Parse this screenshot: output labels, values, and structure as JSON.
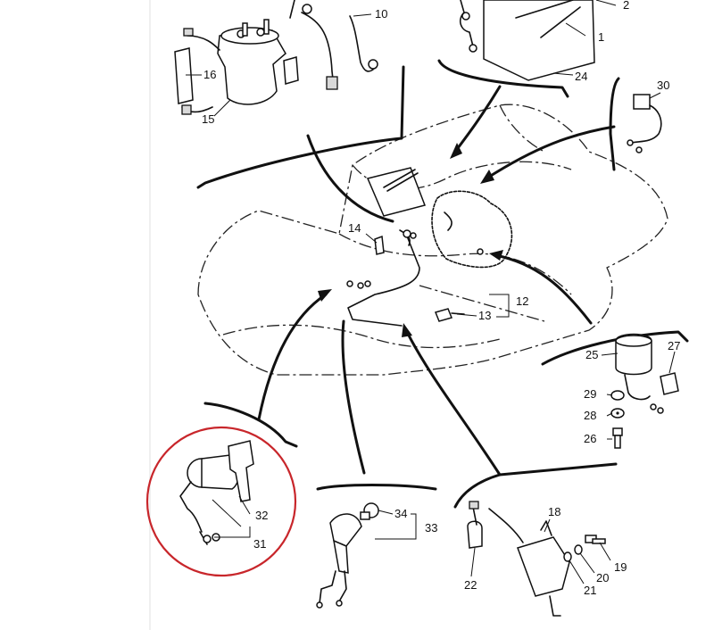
{
  "callouts": {
    "p1": "1",
    "p2": "2",
    "p10": "10",
    "p12": "12",
    "p13": "13",
    "p14": "14",
    "p15": "15",
    "p16": "16",
    "p18": "18",
    "p19": "19",
    "p20": "20",
    "p21": "21",
    "p22": "22",
    "p24": "24",
    "p25": "25",
    "p26": "26",
    "p27": "27",
    "p28": "28",
    "p29": "29",
    "p30": "30",
    "p31": "31",
    "p32": "32",
    "p33": "33",
    "p34": "34"
  },
  "highlight_color": "#c8262b",
  "line_color": "#111111"
}
